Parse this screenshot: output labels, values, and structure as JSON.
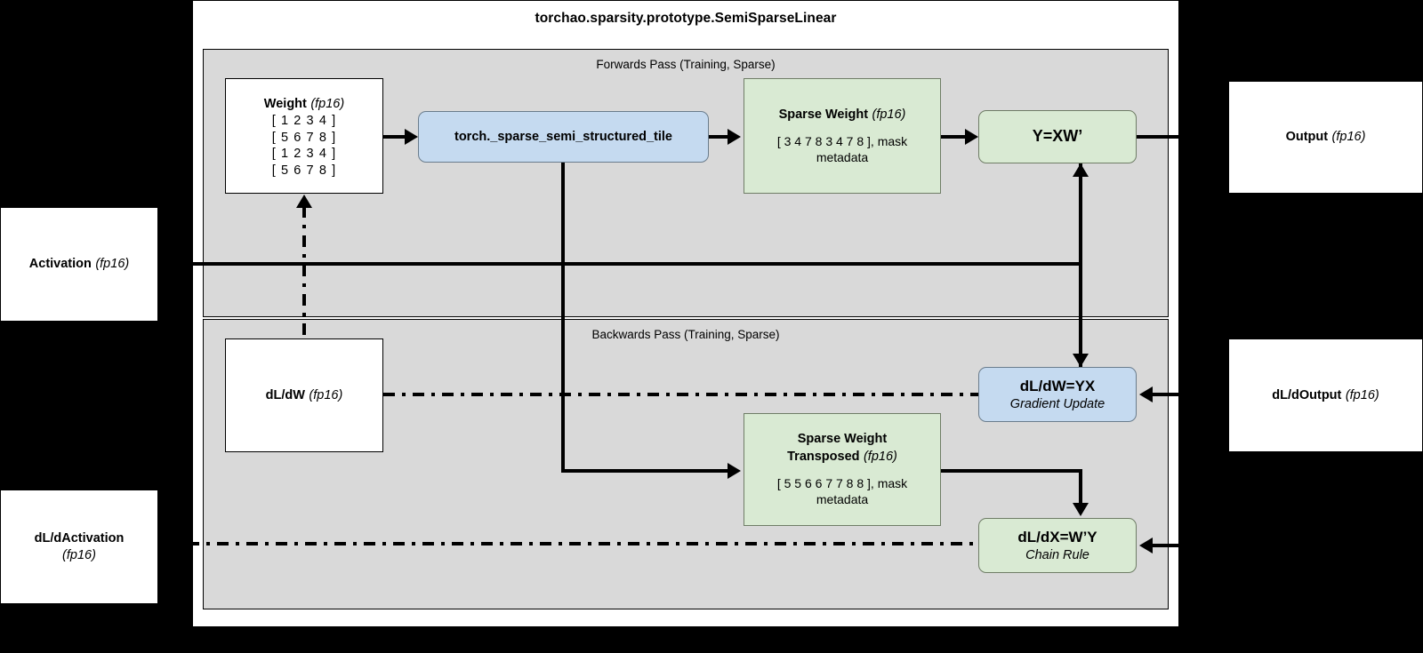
{
  "diagram": {
    "title": "torchao.sparsity.prototype.SemiSparseLinear",
    "panels": {
      "forwards_label": "Forwards Pass (Training, Sparse)",
      "backwards_label": "Backwards Pass (Training, Sparse)"
    }
  },
  "nodes": {
    "weight": {
      "title": "Weight",
      "dtype": "(fp16)",
      "rows": [
        "[ 1 2 3 4 ]",
        "[ 5 6 7 8 ]",
        "[ 1 2 3 4 ]",
        "[ 5 6 7 8 ]"
      ]
    },
    "tile": {
      "label": "torch._sparse_semi_structured_tile"
    },
    "sparse_weight": {
      "title": "Sparse Weight",
      "dtype": "(fp16)",
      "body_line1": "[ 3 4 7 8 3 4 7 8 ], mask",
      "body_line2": "metadata"
    },
    "y_xw": {
      "label": "Y=XW’"
    },
    "output": {
      "title": "Output",
      "dtype": "(fp16)"
    },
    "activation": {
      "title": "Activation",
      "dtype": "(fp16)"
    },
    "dldw": {
      "title": "dL/dW",
      "dtype": "(fp16)"
    },
    "sparse_weight_transposed": {
      "title_line1": "Sparse Weight",
      "title_line2": "Transposed",
      "dtype": "(fp16)",
      "body_line1": "[ 5 5 6 6 7 7 8 8 ], mask",
      "body_line2": "metadata"
    },
    "dldw_yx": {
      "label": "dL/dW=YX",
      "sublabel": "Gradient Update"
    },
    "dldoutput": {
      "title": "dL/dOutput",
      "dtype": "(fp16)"
    },
    "dldx": {
      "label": "dL/dX=W’Y",
      "sublabel": "Chain Rule"
    },
    "dldactivation": {
      "title_line1": "dL/dActivation",
      "dtype": "(fp16)"
    }
  },
  "colors": {
    "panel_gray": "#d9d9d9",
    "green_node": "#d9ead3",
    "blue_node": "#c5daf0",
    "white_node": "#ffffff",
    "line": "#000000",
    "page_background": "#000000"
  }
}
